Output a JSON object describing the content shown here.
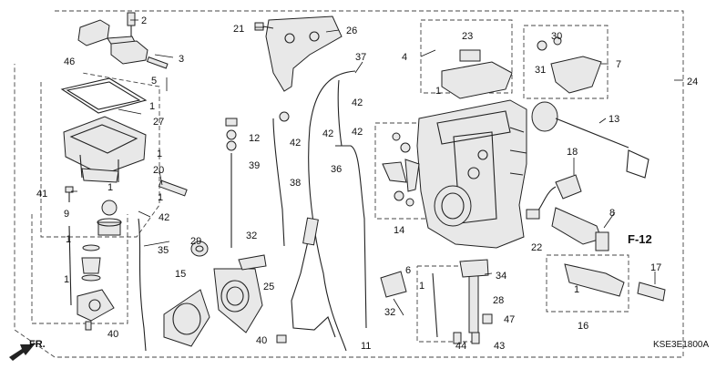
{
  "diagram": {
    "code": "KSE3E1800A",
    "section": "F-12",
    "direction_label": "FR.",
    "callouts": {
      "c1a": "1",
      "c1b": "1",
      "c1c": "1",
      "c1d": "1",
      "c1e": "1",
      "c1f": "1",
      "c1g": "1",
      "c1h": "1",
      "c2": "2",
      "c3": "3",
      "c4": "4",
      "c5": "5",
      "c6": "6",
      "c7": "7",
      "c8": "8",
      "c9": "9",
      "c11": "11",
      "c12": "12",
      "c13": "13",
      "c14": "14",
      "c15": "15",
      "c16": "16",
      "c17": "17",
      "c18": "18",
      "c20": "20",
      "c21": "21",
      "c22": "22",
      "c23": "23",
      "c24": "24",
      "c25": "25",
      "c26": "26",
      "c27": "27",
      "c28": "28",
      "c29": "29",
      "c30": "30",
      "c31": "31",
      "c32a": "32",
      "c32b": "32",
      "c34": "34",
      "c35": "35",
      "c36": "36",
      "c37": "37",
      "c38": "38",
      "c39": "39",
      "c40a": "40",
      "c40b": "40",
      "c41": "41",
      "c42a": "42",
      "c42b": "42",
      "c42c": "42",
      "c42d": "42",
      "c42e": "42",
      "c43": "43",
      "c44": "44",
      "c46": "46",
      "c47": "47"
    }
  }
}
